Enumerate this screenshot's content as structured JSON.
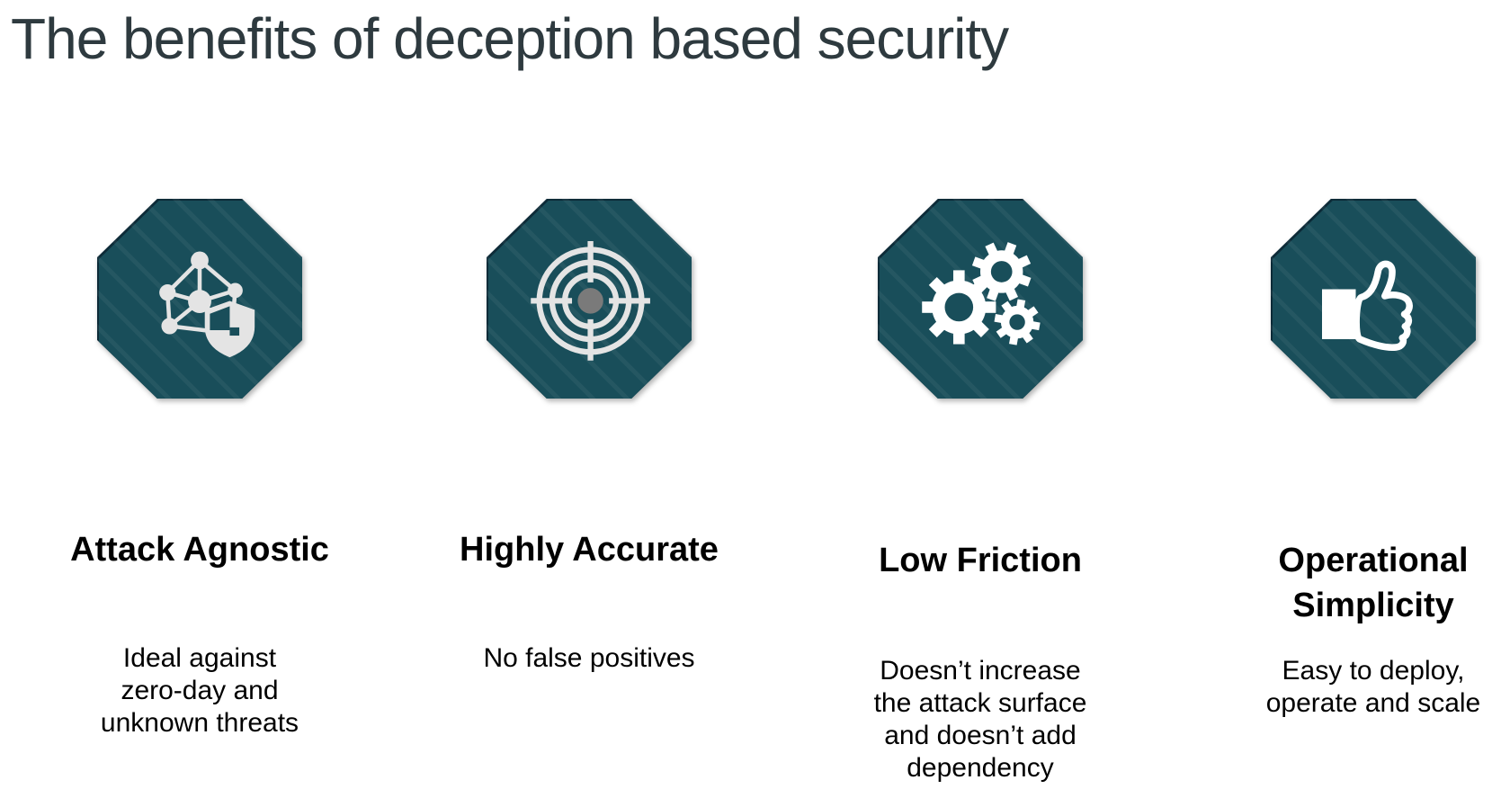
{
  "title": "The benefits of deception based security",
  "colors": {
    "octagon": "#194e5a",
    "octagon_edge": "#0d2b38",
    "icon": "#e4e4e4",
    "icon_bright": "#ffffff",
    "bullseye_center": "#7a7a7a",
    "title_text": "#2e3a3f",
    "body_text": "#000000",
    "background": "#ffffff"
  },
  "benefits": [
    {
      "id": "attack-agnostic",
      "icon": "network-shield-icon",
      "title": "Attack Agnostic",
      "description": "Ideal against\nzero-day and\nunknown threats"
    },
    {
      "id": "highly-accurate",
      "icon": "bullseye-icon",
      "title": "Highly Accurate",
      "description": "No false positives"
    },
    {
      "id": "low-friction",
      "icon": "gears-icon",
      "title": "Low Friction",
      "description": "Doesn’t increase\nthe attack surface\nand doesn’t add\ndependency"
    },
    {
      "id": "operational-simplicity",
      "icon": "thumbs-up-icon",
      "title": "Operational\nSimplicity",
      "description": "Easy to deploy,\noperate and scale"
    }
  ]
}
